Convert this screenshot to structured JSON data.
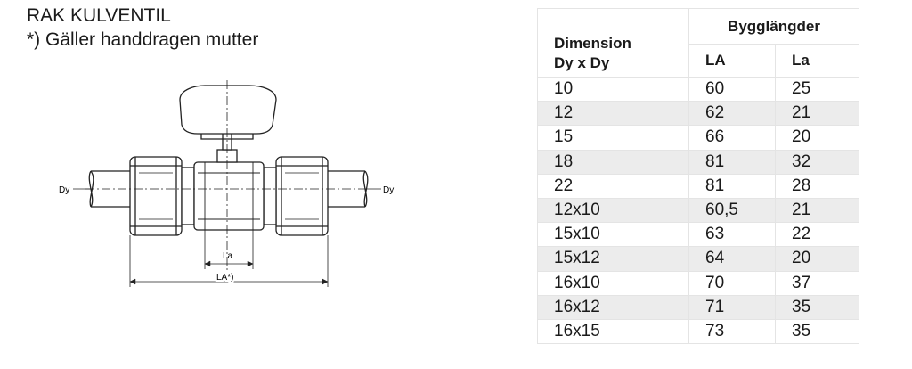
{
  "header": {
    "title": "RAK KULVENTIL",
    "subtitle": "*) Gäller handdragen mutter"
  },
  "drawing": {
    "dy_left": "Dy",
    "dy_right": "Dy",
    "la_label": "La",
    "la_total_label": "LA*)"
  },
  "table": {
    "group_header": "Bygglängder",
    "dimension_header_line1": "Dimension",
    "dimension_header_line2": "Dy x Dy",
    "col_LA": "LA",
    "col_La": "La",
    "rows": [
      {
        "dim": "10",
        "LA": "60",
        "La": "25"
      },
      {
        "dim": "12",
        "LA": "62",
        "La": "21"
      },
      {
        "dim": "15",
        "LA": "66",
        "La": "20"
      },
      {
        "dim": "18",
        "LA": "81",
        "La": "32"
      },
      {
        "dim": "22",
        "LA": "81",
        "La": "28"
      },
      {
        "dim": "12x10",
        "LA": "60,5",
        "La": "21"
      },
      {
        "dim": "15x10",
        "LA": "63",
        "La": "22"
      },
      {
        "dim": "15x12",
        "LA": "64",
        "La": "20"
      },
      {
        "dim": "16x10",
        "LA": "70",
        "La": "37"
      },
      {
        "dim": "16x12",
        "LA": "71",
        "La": "35"
      },
      {
        "dim": "16x15",
        "LA": "73",
        "La": "35"
      }
    ]
  }
}
